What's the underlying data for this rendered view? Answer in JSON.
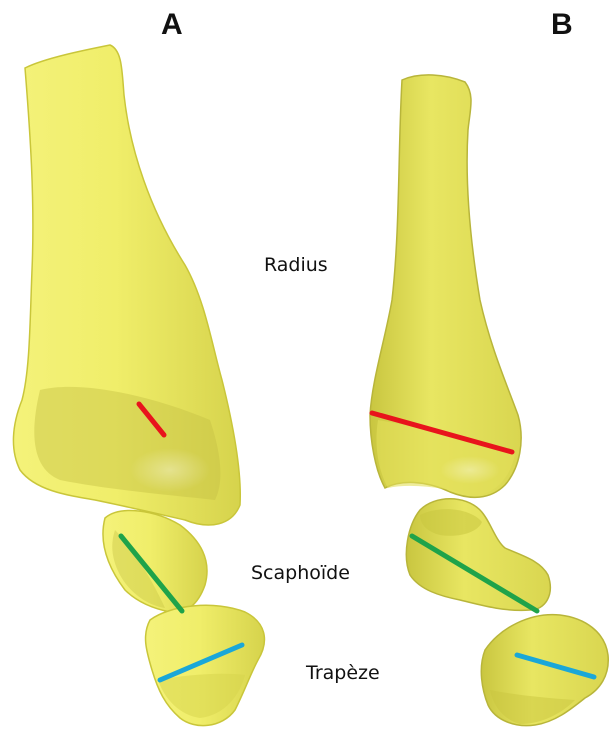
{
  "panels": {
    "a": {
      "letter": "A"
    },
    "b": {
      "letter": "B"
    }
  },
  "labels": {
    "radius": "Radius",
    "scaphoid": "Scaphoïde",
    "trapezium": "Trapèze"
  },
  "colors": {
    "bone_fill": "#f0ee6a",
    "bone_edge": "#c9c63a",
    "bone_shadow": "#b8b53a",
    "radius_axis": "#e8141c",
    "scaphoid_axis": "#1fa34a",
    "trapezium_axis": "#1aa7d8",
    "text": "#111111"
  }
}
